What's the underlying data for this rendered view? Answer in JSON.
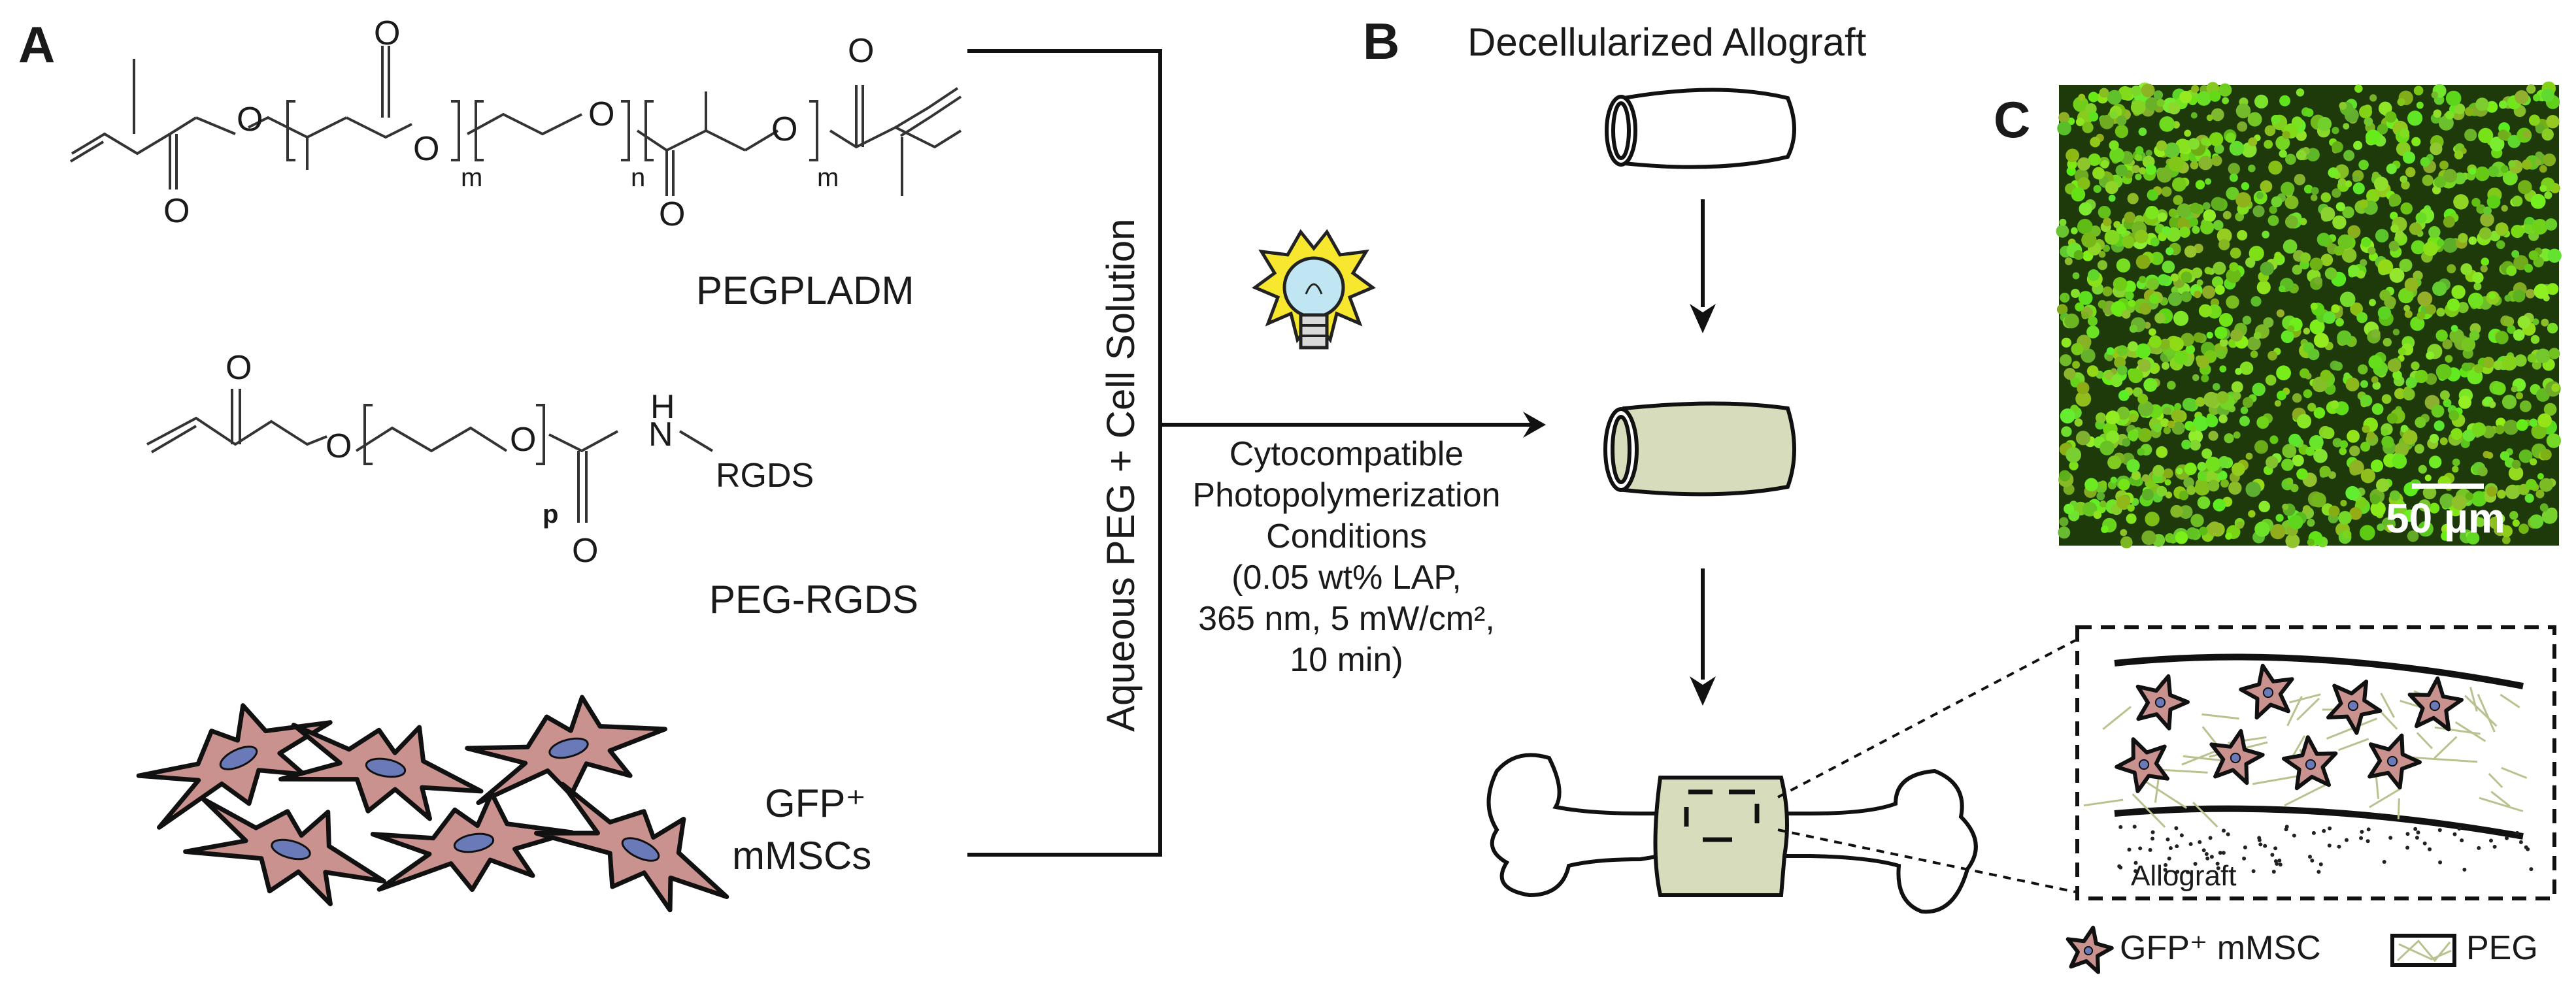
{
  "panels": {
    "a": "A",
    "b": "B",
    "c": "C"
  },
  "chemistry": {
    "pegpladm": {
      "name": "PEGPLADM",
      "atom_o": "O",
      "sub_m": "m",
      "sub_n": "n"
    },
    "peg_rgds": {
      "name": "PEG-RGDS",
      "atom_o": "O",
      "atom_h": "H",
      "atom_n": "N",
      "sub_p": "p",
      "group": "RGDS"
    },
    "cells": {
      "line1": "GFP⁺",
      "line2": "mMSCs"
    }
  },
  "process": {
    "bracket_label": "Aqueous PEG + Cell Solution",
    "conditions": [
      "Cytocompatible",
      "Photopolymerization",
      "Conditions",
      "(0.05 wt% LAP,",
      "365 nm, 5 mW/cm²,",
      "10 min)"
    ]
  },
  "panel_b": {
    "title": "Decellularized Allograft"
  },
  "panel_c": {
    "scale_bar": "50 µm",
    "inset_label": "Allograft",
    "legend": [
      {
        "label": "GFP⁺ mMSC",
        "icon": "star-cell-icon"
      },
      {
        "label": "PEG",
        "icon": "peg-mesh-icon"
      }
    ]
  },
  "colors": {
    "cell_fill": "#c9928f",
    "nucleus": "#6a7ab8",
    "graft_fill": "#d6dcbc",
    "fluorescence_green": "#7ed321",
    "fluorescence_bg": "#1f3a0a",
    "bulb_yellow": "#f7e72f",
    "bulb_blue": "#bfe6f2"
  }
}
